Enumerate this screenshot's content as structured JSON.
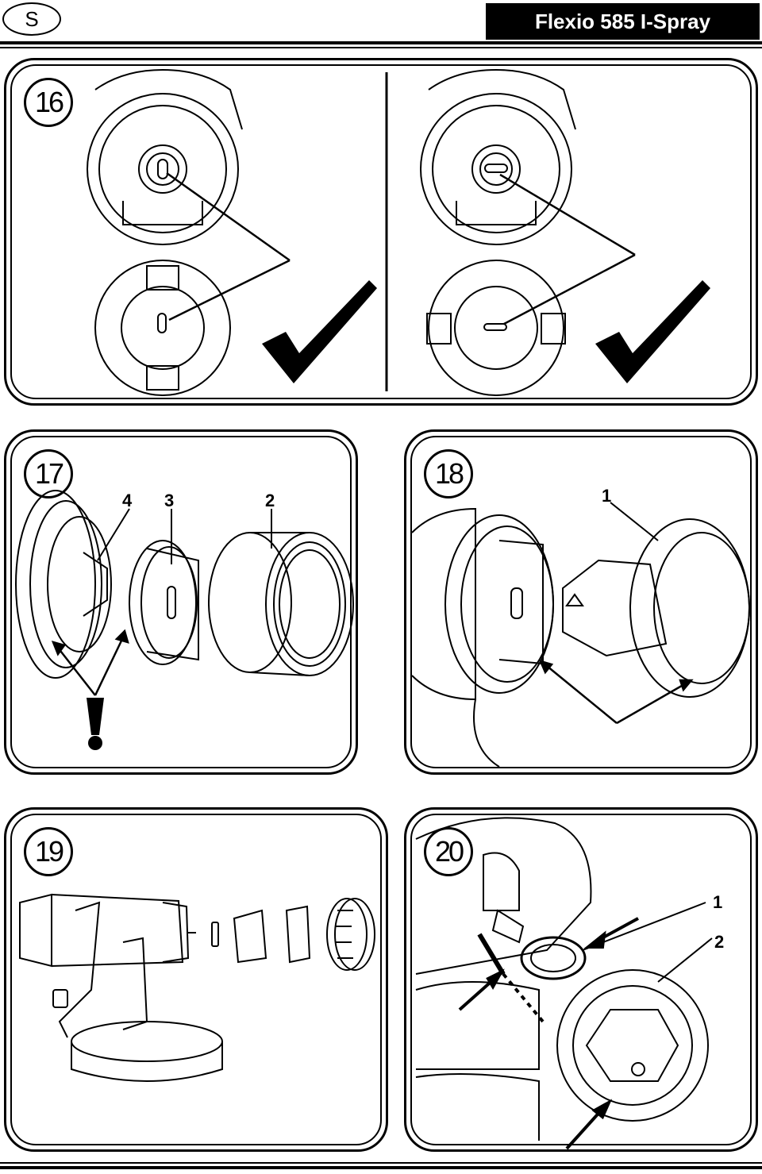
{
  "header": {
    "language_badge": "S",
    "title": "Flexio 585 I-Spray"
  },
  "steps": {
    "s16": {
      "number": "16"
    },
    "s17": {
      "number": "17",
      "labels": [
        "4",
        "3",
        "2"
      ],
      "warning": "!"
    },
    "s18": {
      "number": "18",
      "labels": [
        "1"
      ]
    },
    "s19": {
      "number": "19"
    },
    "s20": {
      "number": "20",
      "labels": [
        "1",
        "2"
      ]
    }
  },
  "colors": {
    "ink": "#000000",
    "paper": "#ffffff"
  }
}
